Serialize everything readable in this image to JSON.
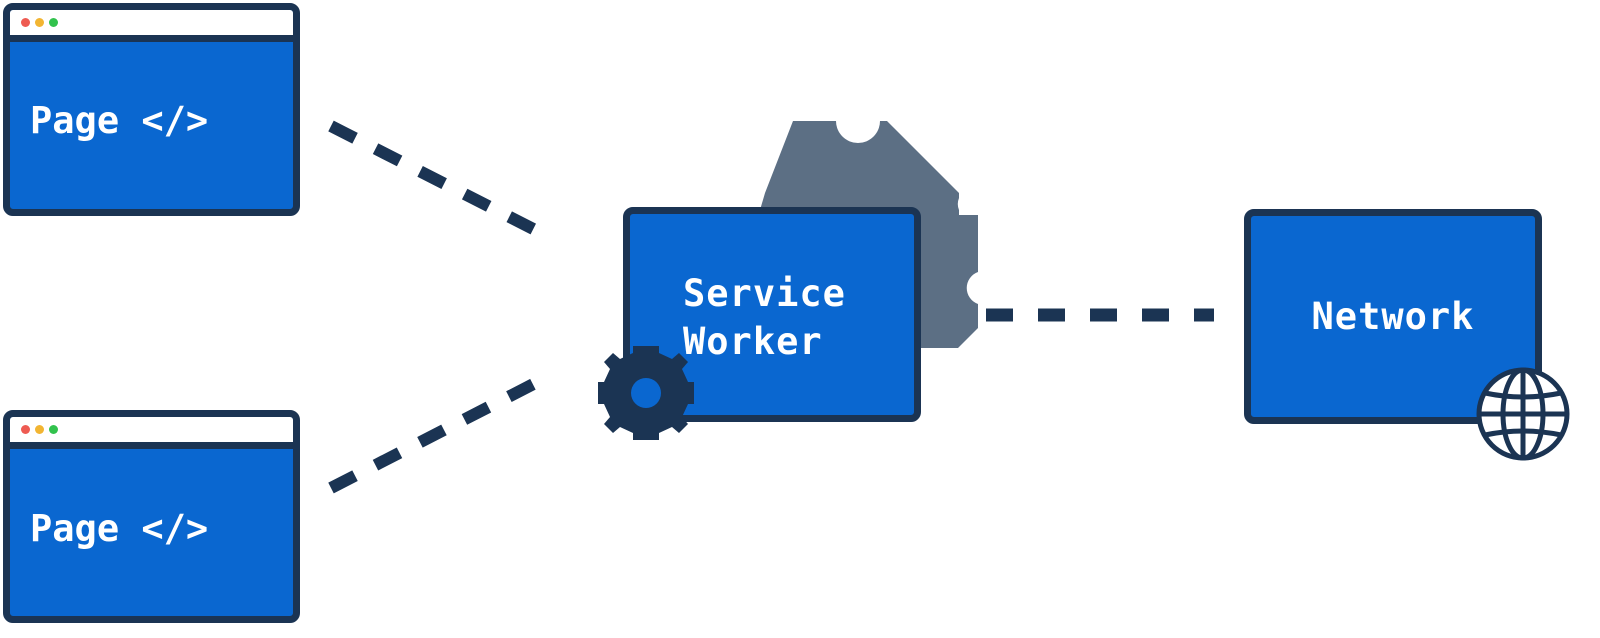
{
  "colors": {
    "box_fill": "#0a67d0",
    "outline": "#1b3453",
    "gear_large": "#5c6f84",
    "gear_small": "#1b3453",
    "text": "#ffffff",
    "dot_red": "#ee5b52",
    "dot_yellow": "#f2b532",
    "dot_green": "#32c24d"
  },
  "pages": [
    {
      "label": "Page </>",
      "icon": "browser-window"
    },
    {
      "label": "Page </>",
      "icon": "browser-window"
    }
  ],
  "service_worker": {
    "line1": "Service",
    "line2": "Worker",
    "icons": [
      "gear-icon-large",
      "gear-icon-small"
    ]
  },
  "network": {
    "label": "Network",
    "icon": "globe-icon"
  },
  "connectors": [
    {
      "from": "page-1",
      "to": "service-worker",
      "style": "dashed"
    },
    {
      "from": "page-2",
      "to": "service-worker",
      "style": "dashed"
    },
    {
      "from": "service-worker",
      "to": "network",
      "style": "dashed"
    }
  ]
}
